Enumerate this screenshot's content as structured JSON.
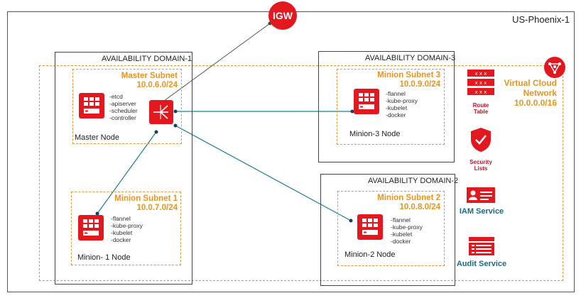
{
  "region": {
    "label": "US-Phoenix-1"
  },
  "igw": {
    "label": "IGW"
  },
  "vcn": {
    "name": "Virtual Cloud Network",
    "cidr": "10.0.0.0/16"
  },
  "ads": [
    {
      "label": "AVAILABILITY DOMAIN-1"
    },
    {
      "label": "AVAILABILITY DOMAIN-3"
    },
    {
      "label": "AVAILABILITY DOMAIN-2"
    }
  ],
  "subnets": {
    "master": {
      "name": "Master Subnet",
      "cidr": "10.0.6.0/24",
      "node": "Master Node",
      "services": [
        "-etcd",
        "-apiserver",
        "-scheduler",
        "-controller"
      ]
    },
    "minion1": {
      "name": "Minion Subnet 1",
      "cidr": "10.0.7.0/24",
      "node": "Minion- 1 Node",
      "services": [
        "-flannel",
        "-kube-proxy",
        "-kubelet",
        "-docker"
      ]
    },
    "minion3": {
      "name": "Minion Subnet 3",
      "cidr": "10.0.9.0/24",
      "node": "Minion-3 Node",
      "services": [
        "-flannel",
        "-kube-proxy",
        "-kubelet",
        "-docker"
      ]
    },
    "minion2": {
      "name": "Minion Subnet 2",
      "cidr": "10.0.8.0/24",
      "node": "Minion-2 Node",
      "services": [
        "-flannel",
        "-kube-proxy",
        "-kubelet",
        "-docker"
      ]
    }
  },
  "legend": {
    "route_table": "Route Table",
    "security_lists": "Security Lists",
    "iam": "IAM Service",
    "audit": "Audit Service"
  },
  "colors": {
    "accent": "#e8941f",
    "red": "#e3181e",
    "link": "#1a7f99",
    "teal_text": "#1a6a8a"
  },
  "icons": [
    "server-icon",
    "load-balancer-icon",
    "igw-icon",
    "vcn-icon",
    "route-table-icon",
    "shield-icon",
    "iam-icon",
    "audit-icon"
  ]
}
